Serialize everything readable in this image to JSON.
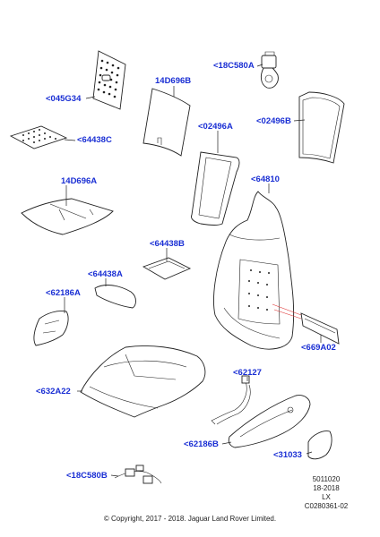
{
  "callouts": {
    "c_045G34": "<045G34",
    "c_18C580A": "<18C580A",
    "c_14D696B": "14D696B",
    "c_02496B": "<02496B",
    "c_02496A": "<02496A",
    "c_64438C": "<64438C",
    "c_14D696A": "14D696A",
    "c_64810": "<64810",
    "c_64438B": "<64438B",
    "c_64438A": "<64438A",
    "c_62186A": "<62186A",
    "c_669A02": "<669A02",
    "c_632A22": "<632A22",
    "c_62127": "<62127",
    "c_62186B": "<62186B",
    "c_31033": "<31033",
    "c_18C580B": "<18C580B"
  },
  "reference": {
    "line1": "5011020",
    "line2": "18-2018",
    "line3": "LX",
    "line4": "C0280361-02"
  },
  "copyright": "© Copyright, 2017 - 2018. Jaguar Land Rover Limited.",
  "colors": {
    "callout": "#1a2fd4",
    "line": "#222222",
    "harness_lead": "#dd3333"
  }
}
